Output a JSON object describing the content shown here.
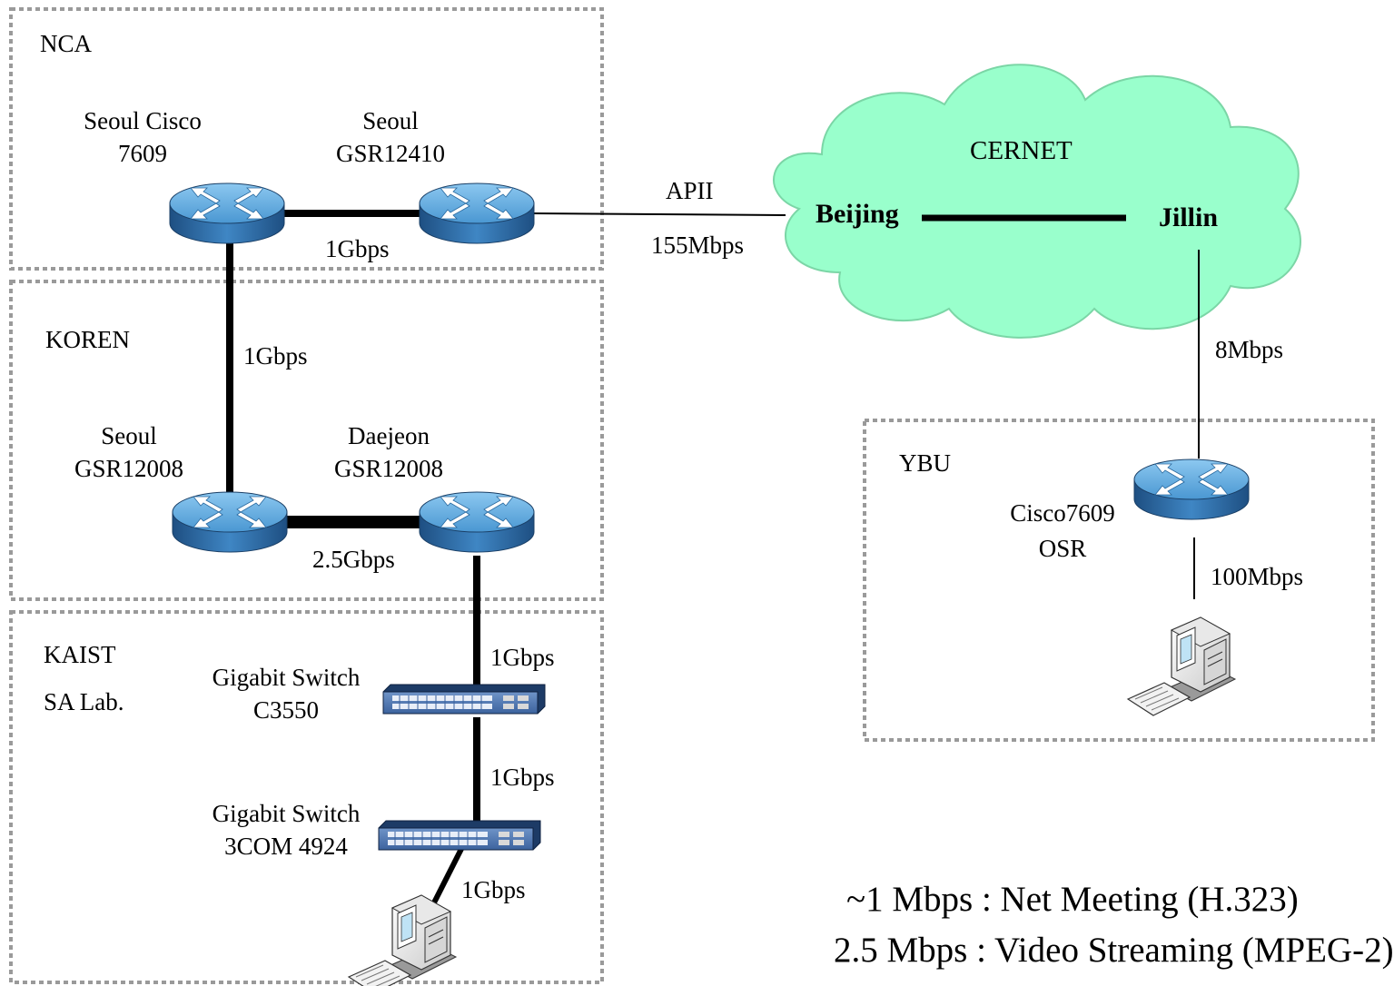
{
  "zones": {
    "nca": "NCA",
    "koren": "KOREN",
    "kaist_1": "KAIST",
    "kaist_2": "SA Lab.",
    "ybu": "YBU"
  },
  "devices": {
    "seoul_cisco_1": "Seoul  Cisco",
    "seoul_cisco_2": "7609",
    "seoul_gsr12410_1": "Seoul",
    "seoul_gsr12410_2": "GSR12410",
    "seoul_gsr12008_1": "Seoul",
    "seoul_gsr12008_2": "GSR12008",
    "daejeon_1": "Daejeon",
    "daejeon_2": "GSR12008",
    "switch1_1": "Gigabit Switch",
    "switch1_2": "C3550",
    "switch2_1": "Gigabit Switch",
    "switch2_2": "3COM 4924",
    "ybu_router_1": "Cisco7609",
    "ybu_router_2": "OSR"
  },
  "cloud": {
    "name": "CERNET",
    "beijing": "Beijing",
    "jillin": "Jillin"
  },
  "links": {
    "nca_link": "1Gbps",
    "apii_name": "APII",
    "apii_speed": "155Mbps",
    "vertical_nca_koren": "1Gbps",
    "koren_link": "2.5Gbps",
    "daejeon_switch1": "1Gbps",
    "switch1_switch2": "1Gbps",
    "switch2_pc": "1Gbps",
    "jillin_ybu": "8Mbps",
    "ybu_pc": "100Mbps"
  },
  "notes": {
    "line1": "~1 Mbps : Net Meeting (H.323)",
    "line2": "2.5 Mbps : Video Streaming (MPEG-2)"
  },
  "colors": {
    "router_top": "#5aa8dc",
    "router_body": "#2f6fa8",
    "cloud_fill": "#99ffcc",
    "zone_border": "#9a9a9a",
    "switch_body": "#2a4f86"
  }
}
